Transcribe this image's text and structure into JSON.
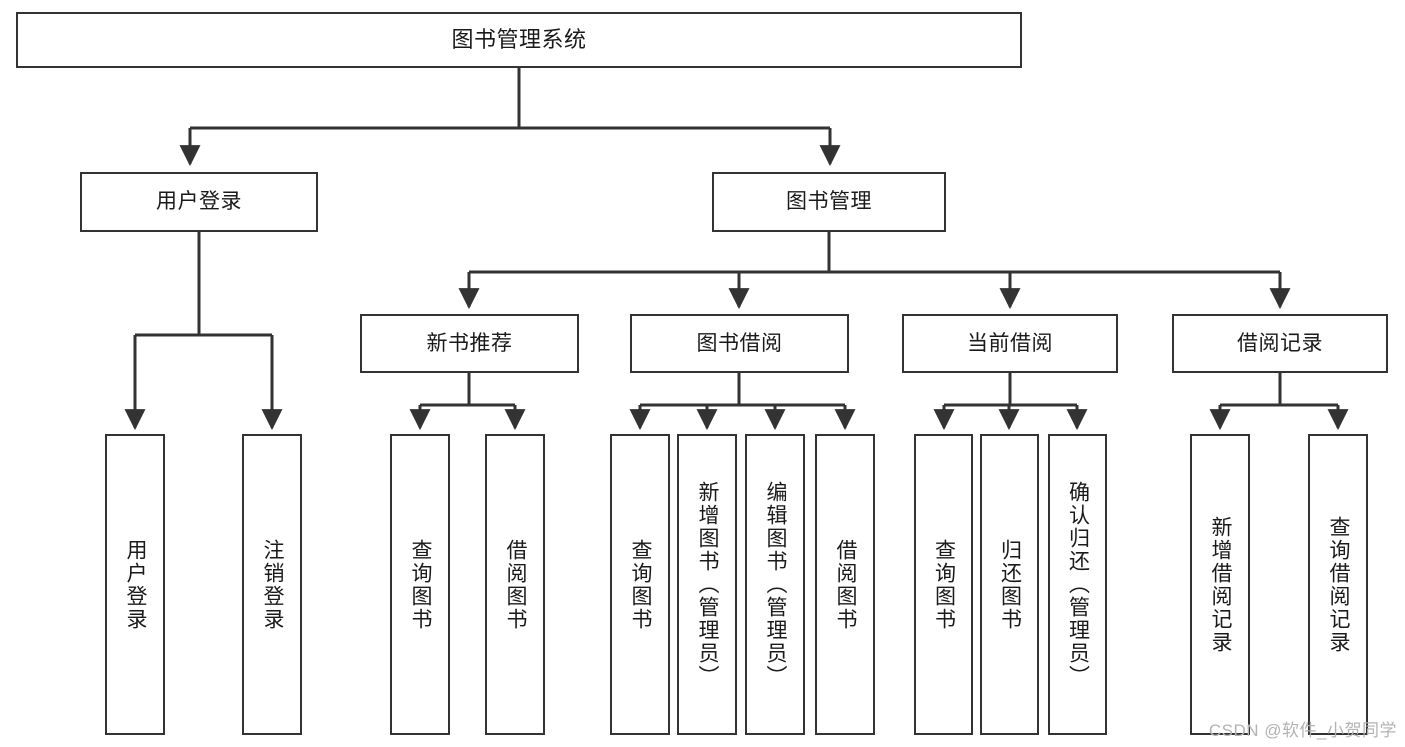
{
  "diagram": {
    "type": "tree",
    "title": "图书管理系统",
    "colors": {
      "stroke": "#333333",
      "fill": "#ffffff",
      "text": "#1a1a1a",
      "watermark": "#b3b3b3"
    },
    "watermark": "CSDN @软件_小贺同学",
    "nodes": {
      "root": {
        "label": "图书管理系统"
      },
      "level2": [
        {
          "id": "user-login",
          "label": "用户登录"
        },
        {
          "id": "book-manage",
          "label": "图书管理"
        }
      ],
      "level3": [
        {
          "id": "new-book-recommend",
          "label": "新书推荐",
          "parent": "book-manage"
        },
        {
          "id": "book-borrow",
          "label": "图书借阅",
          "parent": "book-manage"
        },
        {
          "id": "current-borrow",
          "label": "当前借阅",
          "parent": "book-manage"
        },
        {
          "id": "borrow-record",
          "label": "借阅记录",
          "parent": "book-manage"
        }
      ],
      "leaves": [
        {
          "id": "leaf-user-login",
          "label": "用户登录",
          "parent": "user-login"
        },
        {
          "id": "leaf-user-logout",
          "label": "注销登录",
          "parent": "user-login"
        },
        {
          "id": "leaf-query-book-1",
          "label": "查询图书",
          "parent": "new-book-recommend"
        },
        {
          "id": "leaf-borrow-book-1",
          "label": "借阅图书",
          "parent": "new-book-recommend"
        },
        {
          "id": "leaf-query-book-2",
          "label": "查询图书",
          "parent": "book-borrow"
        },
        {
          "id": "leaf-add-book",
          "label": "新增图书（管理员）",
          "parent": "book-borrow"
        },
        {
          "id": "leaf-edit-book",
          "label": "编辑图书（管理员）",
          "parent": "book-borrow"
        },
        {
          "id": "leaf-borrow-book-2",
          "label": "借阅图书",
          "parent": "book-borrow"
        },
        {
          "id": "leaf-query-book-3",
          "label": "查询图书",
          "parent": "current-borrow"
        },
        {
          "id": "leaf-return-book",
          "label": "归还图书",
          "parent": "current-borrow"
        },
        {
          "id": "leaf-confirm-return",
          "label": "确认归还（管理员）",
          "parent": "current-borrow"
        },
        {
          "id": "leaf-add-record",
          "label": "新增借阅记录",
          "parent": "borrow-record"
        },
        {
          "id": "leaf-query-record",
          "label": "查询借阅记录",
          "parent": "borrow-record"
        }
      ]
    }
  }
}
